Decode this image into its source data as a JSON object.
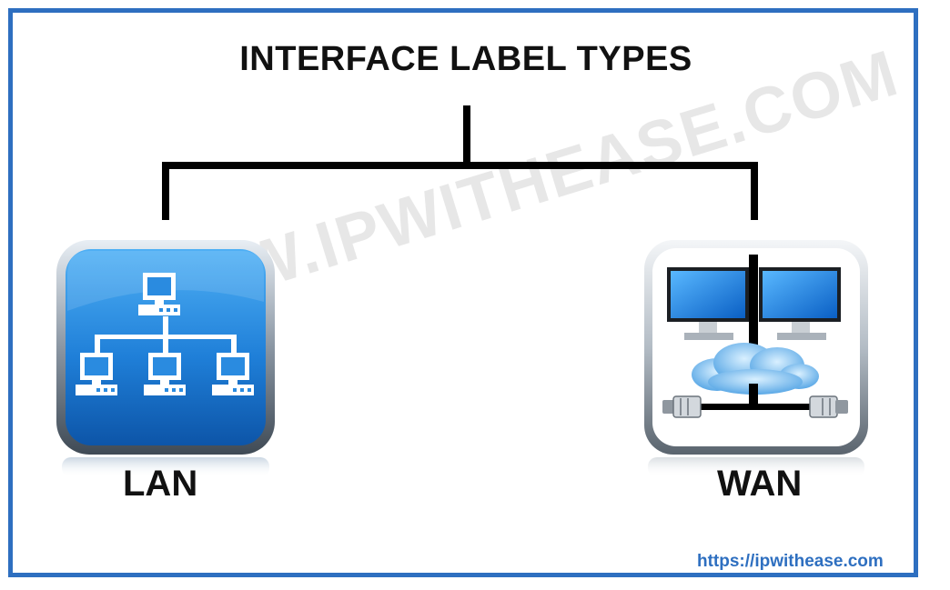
{
  "title": "INTERFACE LABEL TYPES",
  "watermark": "WWW.IPWITHEASE.COM",
  "nodes": [
    {
      "label": "LAN",
      "icon": "lan-network-icon"
    },
    {
      "label": "WAN",
      "icon": "wan-network-icon"
    }
  ],
  "footer_url": "https://ipwithease.com",
  "colors": {
    "frame": "#2e6fc0",
    "lan_tile": "#1f7fd8",
    "url": "#2e6fc0"
  }
}
